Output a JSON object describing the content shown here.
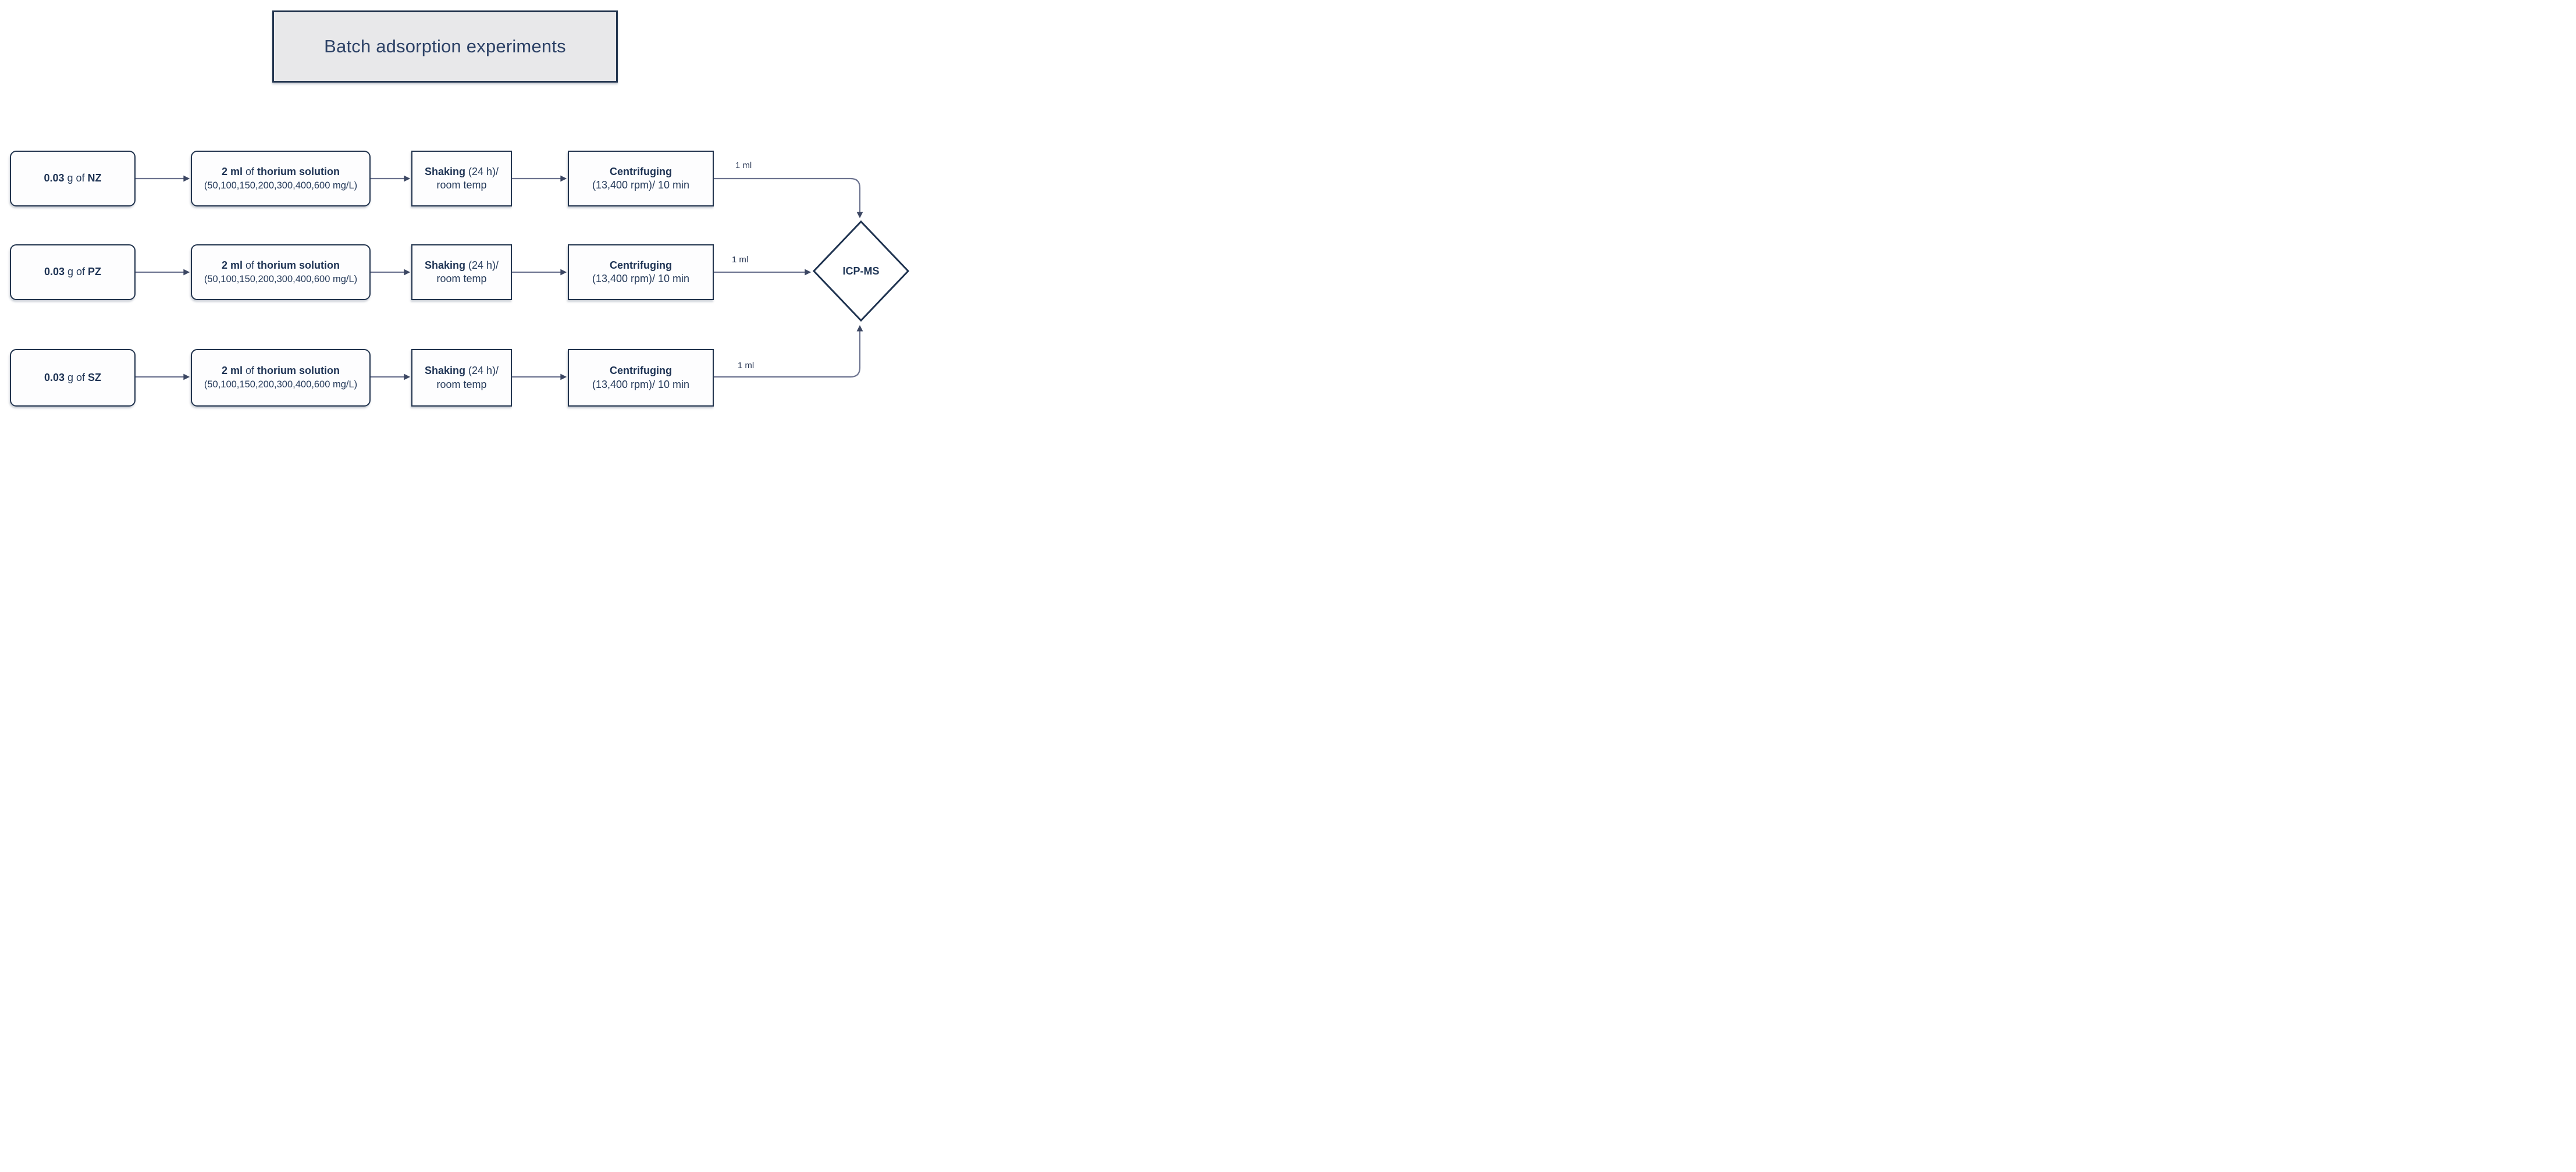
{
  "title": "Batch adsorption experiments",
  "diamond": {
    "label": "ICP-MS"
  },
  "colors": {
    "node_border": "#22344e",
    "node_fill": "#fdfdfe",
    "text_navy": "#253a5a",
    "title_background": "#e8e8ea",
    "arrow_line": "#6d7490",
    "arrow_head": "#3c4763"
  },
  "rows": [
    {
      "sample": {
        "amount": "0.03",
        "mid": " g of ",
        "name": "NZ"
      },
      "solution": {
        "volume": "2 ml",
        "mid": " of ",
        "name": "thorium solution",
        "line2": "(50,100,150,200,300,400,600 mg/L)"
      },
      "shaking": {
        "name": "Shaking",
        "rest": " (24 h)/",
        "line2": "room temp"
      },
      "centrifuging": {
        "name": "Centrifuging",
        "line2": "(13,400 rpm)/ 10 min"
      },
      "transfer": "1 ml"
    },
    {
      "sample": {
        "amount": "0.03",
        "mid": " g of ",
        "name": "PZ"
      },
      "solution": {
        "volume": "2 ml",
        "mid": " of ",
        "name": "thorium solution",
        "line2": "(50,100,150,200,300,400,600 mg/L)"
      },
      "shaking": {
        "name": "Shaking",
        "rest": " (24 h)/",
        "line2": "room temp"
      },
      "centrifuging": {
        "name": "Centrifuging",
        "line2": "(13,400 rpm)/ 10 min"
      },
      "transfer": "1 ml"
    },
    {
      "sample": {
        "amount": "0.03",
        "mid": " g of ",
        "name": "SZ"
      },
      "solution": {
        "volume": "2 ml",
        "mid": " of ",
        "name": "thorium solution",
        "line2": "(50,100,150,200,300,400,600 mg/L)"
      },
      "shaking": {
        "name": "Shaking",
        "rest": " (24 h)/",
        "line2": "room temp"
      },
      "centrifuging": {
        "name": "Centrifuging",
        "line2": "(13,400 rpm)/ 10 min"
      },
      "transfer": "1 ml"
    }
  ]
}
